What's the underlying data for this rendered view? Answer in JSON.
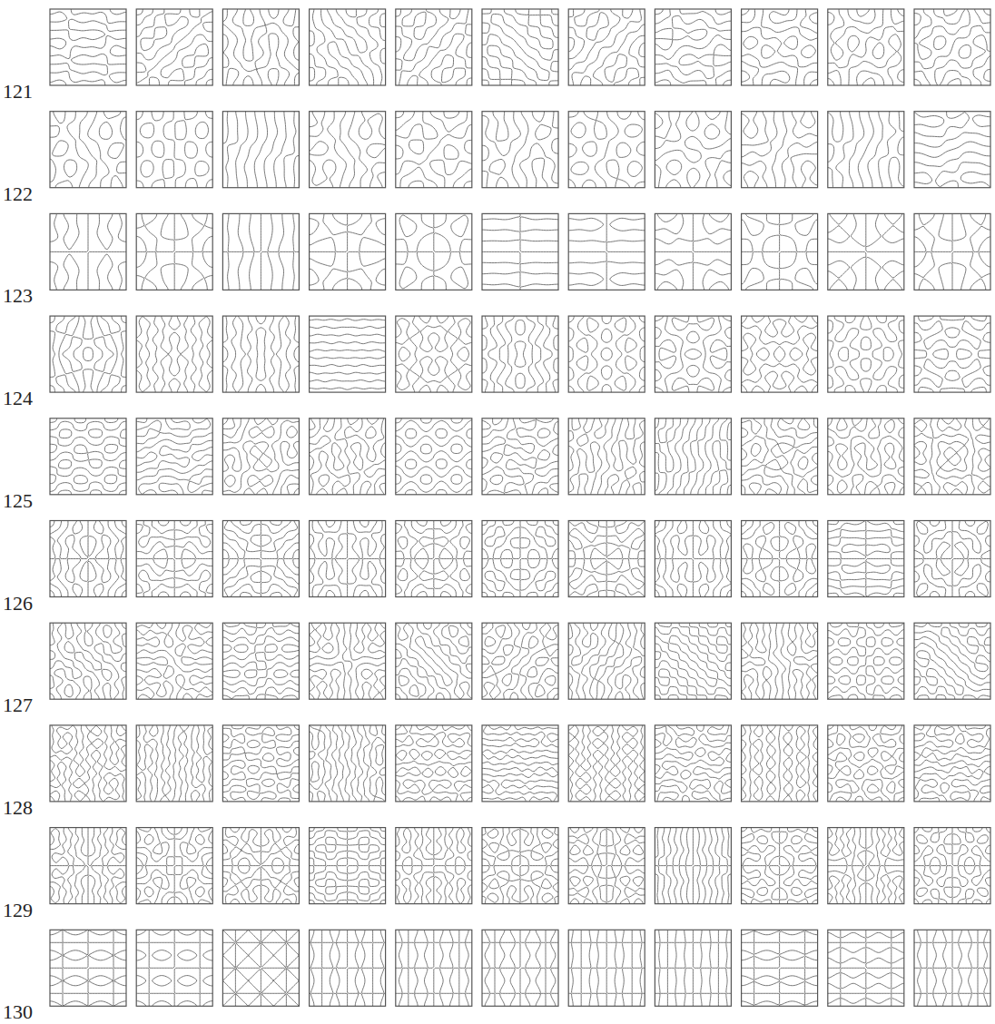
{
  "diagram": {
    "labels": [
      "121",
      "122",
      "123",
      "124",
      "125",
      "126",
      "127",
      "128",
      "129",
      "130"
    ]
  }
}
